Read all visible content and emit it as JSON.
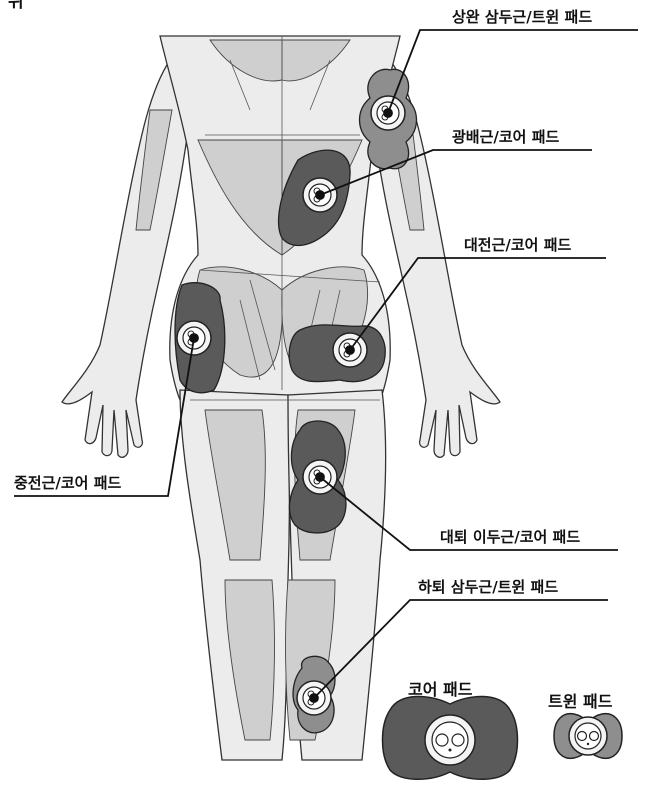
{
  "corner_label": "뒤",
  "callouts": [
    {
      "id": "upper-arm-triceps",
      "label": "상완 삼두근/트윈 패드"
    },
    {
      "id": "latissimus",
      "label": "광배근/코어 패드"
    },
    {
      "id": "gluteus-maximus",
      "label": "대전근/코어 패드"
    },
    {
      "id": "gluteus-medius",
      "label": "중전근/코어 패드"
    },
    {
      "id": "hamstring",
      "label": "대퇴 이두근/코어 패드"
    },
    {
      "id": "lower-leg-triceps",
      "label": "하퇴 삼두근/트윈 패드"
    }
  ],
  "legend": {
    "core_label": "코어 패드",
    "twin_label": "트윈 패드"
  },
  "colors": {
    "core_pad": "#5a5a5a",
    "twin_pad": "#8e8e8e",
    "skin": "#ececec",
    "muscle": "#cfcfcf",
    "outline": "#222222"
  }
}
